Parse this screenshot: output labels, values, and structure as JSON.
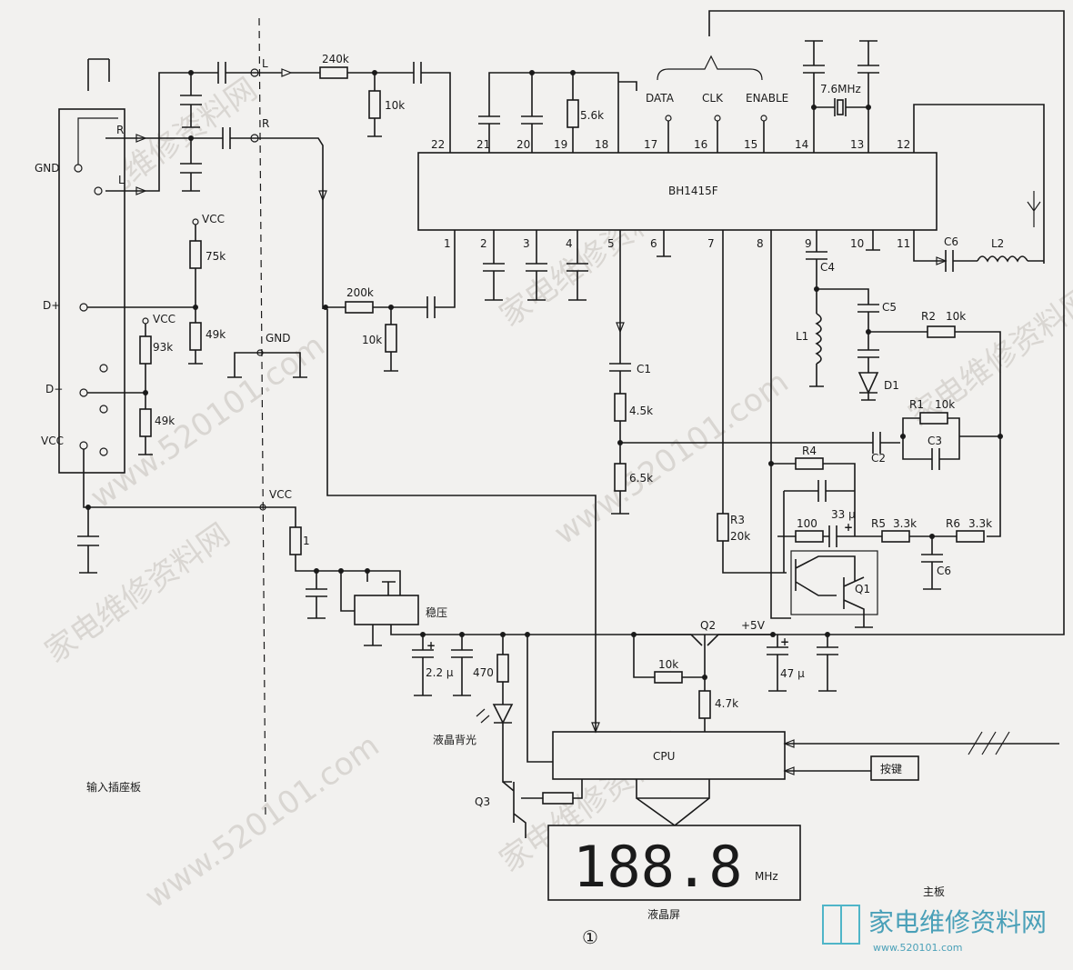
{
  "ic": {
    "name": "BH1415F",
    "pins_top": [
      "22",
      "21",
      "20",
      "19",
      "18",
      "17",
      "16",
      "15",
      "14",
      "13",
      "12"
    ],
    "pins_bottom": [
      "1",
      "2",
      "3",
      "4",
      "5",
      "6",
      "7",
      "8",
      "9",
      "10",
      "11"
    ]
  },
  "ctrl": {
    "data": "DATA",
    "clk": "CLK",
    "enable": "ENABLE"
  },
  "crystal": "7.6MHz",
  "input_board": {
    "label": "输入插座板",
    "pins": [
      "GND",
      "D+",
      "D−",
      "VCC"
    ],
    "r": "R",
    "l": "L"
  },
  "main_board": "主板",
  "labels": {
    "vcc": "VCC",
    "gnd": "GND",
    "L": "L",
    "R": "R",
    "r240k": "240k",
    "r10k_a": "10k",
    "r200k": "200k",
    "r10k_b": "10k",
    "r56k": "5.6k",
    "r75k": "75k",
    "r49k_a": "49k",
    "r93k": "93k",
    "r49k_b": "49k",
    "c1": "C1",
    "r45k": "4.5k",
    "r65k": "6.5k",
    "c4": "C4",
    "l1": "L1",
    "c5": "C5",
    "d1": "D1",
    "c6a": "C6",
    "l2": "L2",
    "r2": "R2",
    "r2v": "10k",
    "r1": "R1",
    "r1v": "10k",
    "c2": "C2",
    "c3": "C3",
    "r4": "R4",
    "r100": "100",
    "c33": "33 μ",
    "r5": "R5",
    "r5v": "3.3k",
    "r6": "R6",
    "r6v": "3.3k",
    "c6b": "C6",
    "r3": "R3",
    "r3v": "20k",
    "q1": "Q1",
    "q2": "Q2",
    "q3": "Q3",
    "plus5v": "+5V",
    "r1ohm": "1",
    "reg": "稳压",
    "c22": "2.2 μ",
    "r470": "470",
    "r10k_c": "10k",
    "r47k": "4.7k",
    "c47": "47 μ",
    "backlight": "液晶背光",
    "cpu": "CPU",
    "keys": "按键",
    "lcd_digits": "188.8",
    "lcd_unit": "MHz",
    "lcd": "液晶屏",
    "fig": "①"
  },
  "watermark": {
    "site": "www.520101.com",
    "brand": "家电维修资料网",
    "logo_text": "家电维修资料网",
    "logo_url": "www.520101.com"
  }
}
